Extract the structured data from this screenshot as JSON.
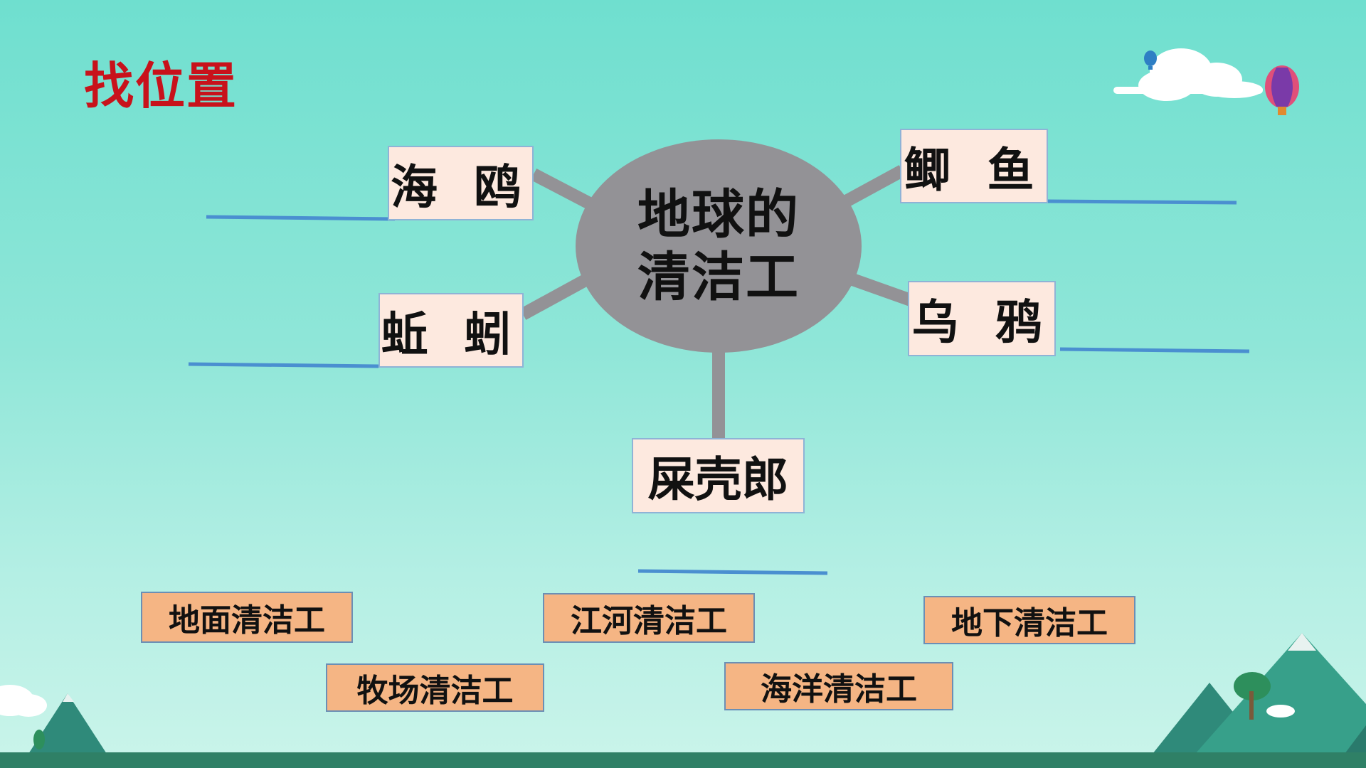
{
  "slide_title": "找位置",
  "center": {
    "label": "地球的清洁工"
  },
  "nodes": [
    {
      "label": "海 鸥"
    },
    {
      "label": "蚯 蚓"
    },
    {
      "label": "鲫 鱼"
    },
    {
      "label": "乌 鸦"
    },
    {
      "label": "屎壳郎"
    }
  ],
  "options": [
    {
      "label": "地面清洁工"
    },
    {
      "label": "江河清洁工"
    },
    {
      "label": "地下清洁工"
    },
    {
      "label": "牧场清洁工"
    },
    {
      "label": "海洋清洁工"
    }
  ],
  "colors": {
    "title": "#c8121b",
    "hub": "#939296",
    "node_fill": "#fde9df",
    "option_fill": "#f5b584",
    "answer_line": "#4a8fd0"
  }
}
